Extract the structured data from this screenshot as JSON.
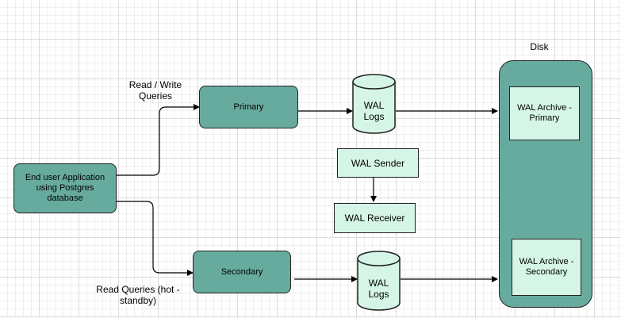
{
  "diagram": {
    "disk_label": "Disk",
    "app": {
      "label": "End user Application using Postgres database"
    },
    "primary": {
      "label": "Primary"
    },
    "secondary": {
      "label": "Secondary"
    },
    "wal_logs_primary": {
      "label": "WAL\nLogs"
    },
    "wal_logs_secondary": {
      "label": "WAL\nLogs"
    },
    "wal_sender": {
      "label": "WAL Sender"
    },
    "wal_receiver": {
      "label": "WAL Receiver"
    },
    "archive_primary": {
      "label": "WAL Archive - Primary"
    },
    "archive_secondary": {
      "label": "WAL Archive - Secondary"
    },
    "edge_rw_label": "Read / Write\nQueries",
    "edge_r_label": "Read Queries (hot -\nstandby)"
  },
  "colors": {
    "teal_fill": "#67ab9f",
    "mint_fill": "#d5f5e6",
    "stroke": "#222222"
  }
}
